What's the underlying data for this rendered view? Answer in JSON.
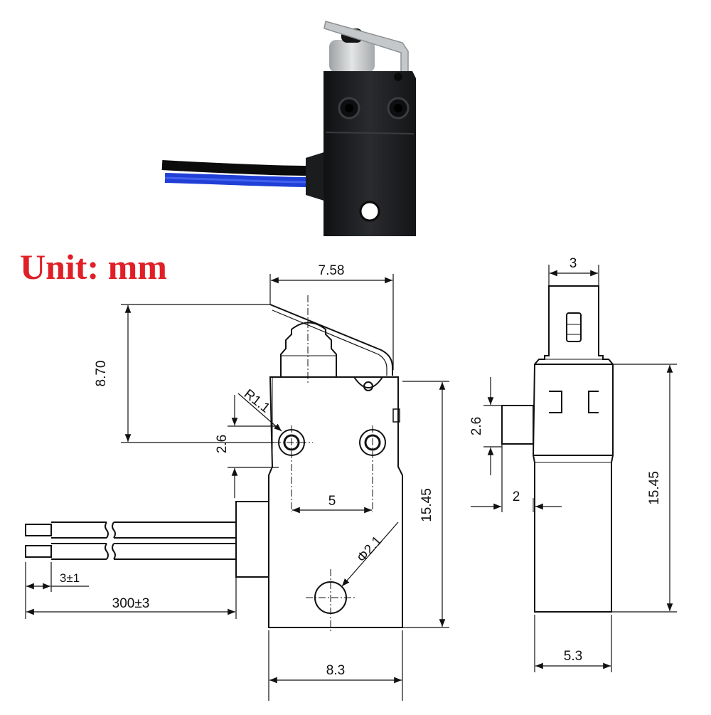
{
  "title": "Unit: mm",
  "colors": {
    "title": "#e01f26",
    "line": "#111111",
    "body": "#1d1e20",
    "wire_blue": "#1f3fd6",
    "wire_black": "#0b0b0b",
    "plunger": "#c9cbcc",
    "lever": "#bfc2c4"
  },
  "dimensions": {
    "top_width": "7.58",
    "lever_height": "8.70",
    "radius": "R1.1",
    "hole_spacing_v": "2.6",
    "body_height": "15.45",
    "hole_spacing_h": "5",
    "hole_dia": "Φ2.1",
    "strip": "3±1",
    "wire_length": "300±3",
    "body_width": "8.3",
    "side_top": "3",
    "side_spacing": "2.6",
    "side_offset": "2",
    "side_height": "15.45",
    "side_width": "5.3"
  }
}
